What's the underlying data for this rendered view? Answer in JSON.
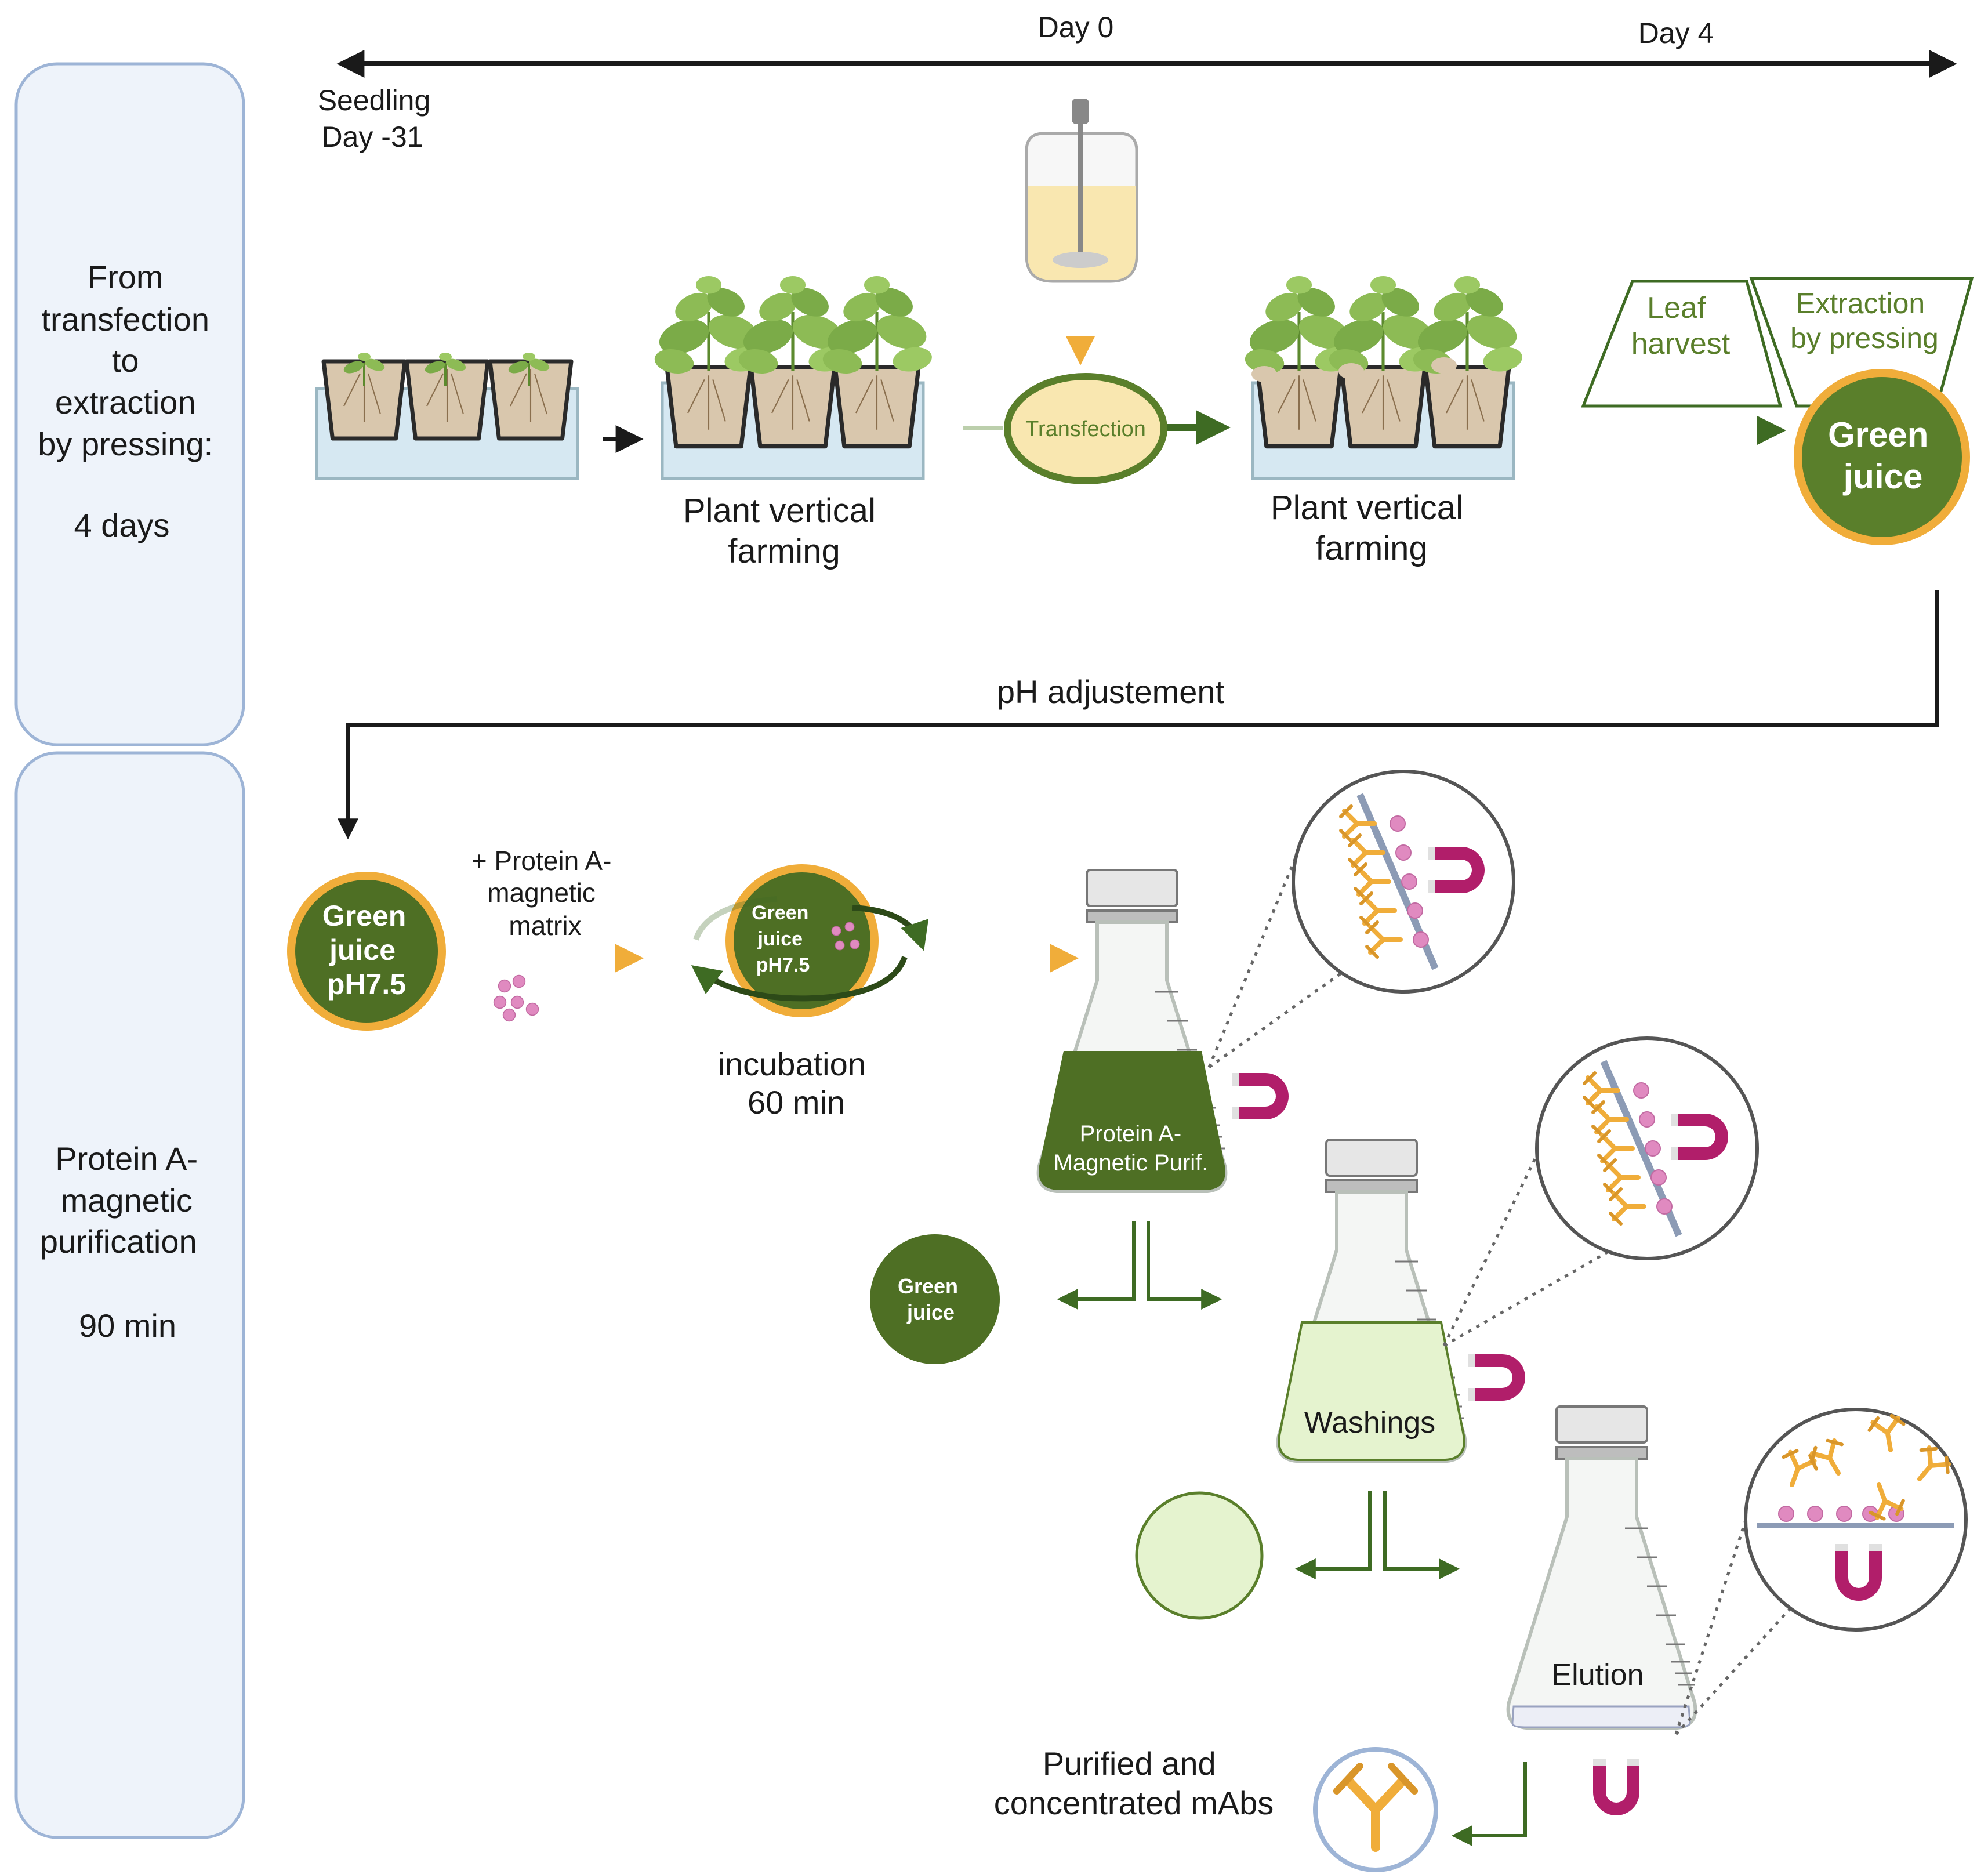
{
  "timeline": {
    "day0": "Day 0",
    "day4": "Day 4",
    "seedling": "Seedling",
    "seedling_day": "Day -31"
  },
  "panels": {
    "top": {
      "lines": [
        "From",
        "transfection",
        "to",
        "extraction",
        "by pressing:",
        "",
        "4 days"
      ]
    },
    "bottom": {
      "lines": [
        "Protein A-",
        "magnetic",
        "purification",
        "",
        "90 min"
      ]
    }
  },
  "top_row": {
    "farming1": [
      "Plant vertical",
      "farming"
    ],
    "transfection": "Transfection",
    "farming2": [
      "Plant vertical",
      "farming"
    ],
    "leaf_harvest": [
      "Leaf",
      "harvest"
    ],
    "extraction": [
      "Extraction",
      "by pressing"
    ],
    "green_juice": [
      "Green",
      "juice"
    ]
  },
  "ph_adjustment": "pH adjustement",
  "bottom_row": {
    "green_juice_ph": [
      "Green",
      "juice",
      "pH7.5"
    ],
    "protein_a_matrix": [
      "+ Protein A-",
      "magnetic",
      "matrix"
    ],
    "incubation_juice": [
      "Green",
      "juice",
      "pH7.5"
    ],
    "incubation": [
      "incubation",
      "60 min"
    ],
    "flask1": [
      "Protein A-",
      "Magnetic Purif."
    ],
    "flowthrough": [
      "Green",
      "juice"
    ],
    "flask2": "Washings",
    "flask3": "Elution",
    "product": [
      "Purified and",
      "concentrated mAbs"
    ]
  },
  "colors": {
    "panel_fill": "#eef3fa",
    "panel_stroke": "#9db4d6",
    "dark_green": "#5a7f2b",
    "arrow_green": "#3e6b23",
    "light_green": "#e5f3cf",
    "orange": "#f0ad3a",
    "magenta": "#b11e6a",
    "antibody": "#f0ad3a",
    "bead": "#e08ac0"
  }
}
